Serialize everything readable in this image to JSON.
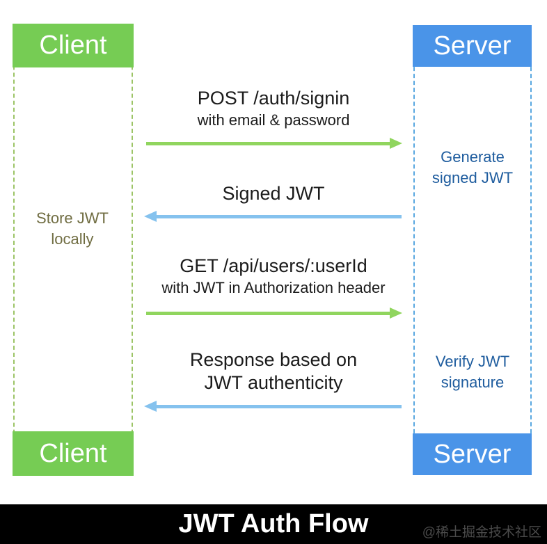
{
  "diagram": {
    "actors": {
      "client": {
        "label": "Client"
      },
      "server": {
        "label": "Server"
      }
    },
    "messages": [
      {
        "line1": "POST /auth/signin",
        "line2": "with email & password",
        "direction": "right",
        "from": "Client",
        "to": "Server"
      },
      {
        "line1": "Signed JWT",
        "line2": "",
        "direction": "left",
        "from": "Server",
        "to": "Client"
      },
      {
        "line1": "GET /api/users/:userId",
        "line2": "with JWT in Authorization header",
        "direction": "right",
        "from": "Client",
        "to": "Server"
      },
      {
        "line1": "Response based on",
        "line2": "JWT authenticity",
        "direction": "left",
        "from": "Server",
        "to": "Client"
      }
    ],
    "notes": {
      "client_store": {
        "line1": "Store JWT",
        "line2": "locally"
      },
      "server_generate": {
        "line1": "Generate",
        "line2": "signed JWT"
      },
      "server_verify": {
        "line1": "Verify JWT",
        "line2": "signature"
      }
    }
  },
  "footer": {
    "title": "JWT Auth Flow",
    "watermark": "@稀土掘金技术社区"
  },
  "colors": {
    "client_green": "#76cc54",
    "server_blue": "#4a94e8",
    "arrow_green": "#90d55e",
    "arrow_blue": "#85c2ee",
    "note_olive": "#706d42",
    "note_blue": "#1e5c9e",
    "lifeline_green": "#9cc466",
    "lifeline_blue": "#58a7e0",
    "footer_bg": "#000000",
    "watermark_gray": "#4a4a4a"
  }
}
